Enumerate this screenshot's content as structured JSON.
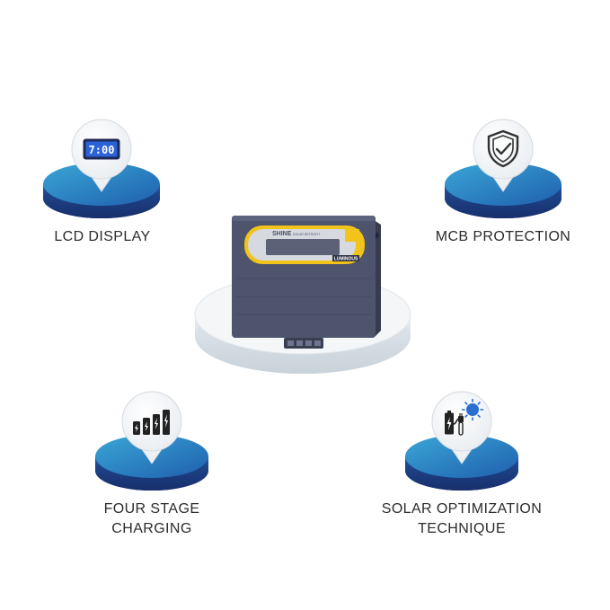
{
  "features": [
    {
      "id": "lcd",
      "label": "LCD DISPLAY",
      "icon": "lcd-clock-icon",
      "lcd_text": "7:00"
    },
    {
      "id": "mcb",
      "label": "MCB PROTECTION",
      "icon": "shield-check-icon"
    },
    {
      "id": "charging",
      "label_line1": "FOUR STAGE",
      "label_line2": "CHARGING",
      "icon": "charging-bars-icon"
    },
    {
      "id": "solar",
      "label_line1": "SOLAR OPTIMIZATION",
      "label_line2": "TECHNIQUE",
      "icon": "solar-battery-icon"
    }
  ],
  "product": {
    "brand_logo_text": "SHINE",
    "brand_sub_text": "SOLAR RETROFIT",
    "maker_badge": "LUMINOUS"
  },
  "colors": {
    "platform_top": "#2f8fc9",
    "platform_side": "#1f4f9c",
    "device_body": "#4a5068",
    "device_accent": "#f2c41a",
    "label_text": "#2b2b2b"
  }
}
